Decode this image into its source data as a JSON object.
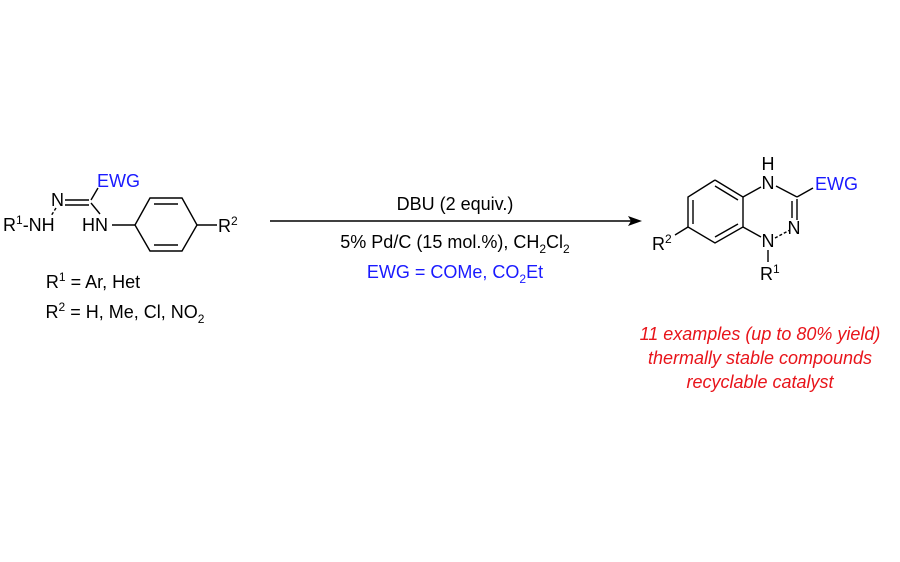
{
  "starting_material": {
    "ewg": "EWG",
    "n_label": "N",
    "r1_nh": {
      "r": "R",
      "sup": "1",
      "rest": "-NH"
    },
    "hn_label": "HN",
    "r2": {
      "r": "R",
      "sup": "2"
    },
    "r1_definition": {
      "r": "R",
      "sup": "1",
      "rest": " = Ar, Het"
    },
    "r2_definition": {
      "r": "R",
      "sup": "2",
      "rest": " = H, Me, Cl, NO",
      "sub": "2"
    }
  },
  "conditions": {
    "reagent": "DBU (2 equiv.)",
    "catalyst_prefix": "5% Pd/C (15 mol.%), CH",
    "catalyst_sub1": "2",
    "catalyst_mid": "Cl",
    "catalyst_sub2": "2",
    "ewg_prefix": "EWG = COMe, CO",
    "ewg_sub": "2",
    "ewg_suffix": "Et"
  },
  "product": {
    "h_label": "H",
    "n4_label": "N",
    "ewg": "EWG",
    "n2_label": "N",
    "n1_label": "N",
    "r1": {
      "r": "R",
      "sup": "1"
    },
    "r2": {
      "r": "R",
      "sup": "2"
    }
  },
  "notes": [
    "11 examples (up to 80% yield)",
    "thermally stable compounds",
    "recyclable catalyst"
  ],
  "colors": {
    "ewg": "#1a1aff",
    "notes": "#e8141a"
  }
}
